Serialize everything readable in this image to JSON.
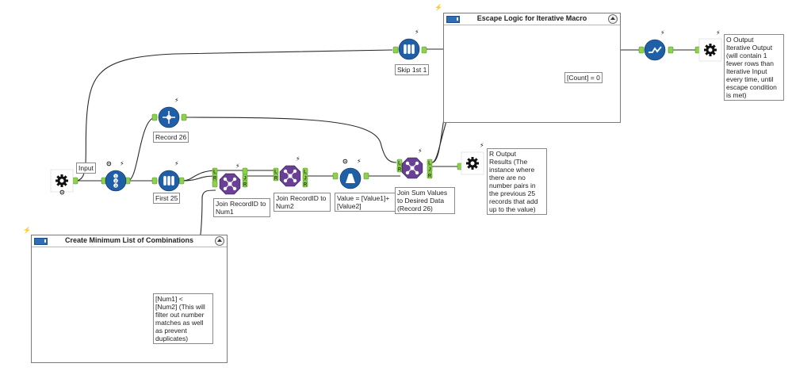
{
  "containers": {
    "escape": {
      "title": "Escape Logic for Iterative Macro"
    },
    "combos": {
      "title": "Create Minimum List of Combinations"
    }
  },
  "tools": {
    "input": {
      "label": "Input",
      "icon": "macro-input-icon"
    },
    "record_id": {
      "icon": "record-id-icon"
    },
    "sample_skip": {
      "label": "Skip 1st 1",
      "icon": "sample-icon"
    },
    "sample_first": {
      "label": "First 25",
      "icon": "sample-icon"
    },
    "select_record": {
      "label": "Record 26",
      "icon": "select-records-icon"
    },
    "append": {
      "icon": "append-fields-icon"
    },
    "count_records": {
      "icon": "count-records-icon"
    },
    "filter_count": {
      "label": "[Count] = 0",
      "icon": "filter-icon"
    },
    "test_tool": {
      "icon": "test-icon"
    },
    "output_o": {
      "label": "O Output\nIterative Output\n(will contain 1\nfewer rows than\nIterative Input\nevery time, until\nescape condition\nis met)",
      "icon": "macro-output-icon"
    },
    "join1": {
      "label": "Join RecordID to\nNum1",
      "icon": "join-icon"
    },
    "join2": {
      "label": "Join RecordID to\nNum2",
      "icon": "join-icon"
    },
    "formula": {
      "label": "Value = [Value1]+\n[Value2]",
      "icon": "formula-icon"
    },
    "join3": {
      "label": "Join Sum Values\nto Desired Data\n(Record 26)",
      "icon": "join-icon"
    },
    "output_r": {
      "label": "R Output\nResults (The\ninstance where\nthere are no\nnumber pairs in\nthe previous 25\nrecords that add\nup to the value)",
      "icon": "macro-output-icon"
    },
    "gen_rows1": {
      "icon": "generate-rows-icon"
    },
    "gen_rows2": {
      "icon": "generate-rows-icon"
    },
    "filter_nums": {
      "label": "[Num1] <\n[Num2] (This will\nfilter out number\nmatches as well\nas prevent\nduplicates)",
      "icon": "filter-icon"
    }
  },
  "anchors": {
    "L": "L",
    "J": "J",
    "R": "R",
    "T": "T",
    "F": "F"
  },
  "colors": {
    "wire": "#2a2a2a",
    "anchor": "#8fd14f",
    "blue_tool": "#1f5fa8",
    "purple_tool": "#6a3f96",
    "orange_tool": "#e06a3b"
  }
}
